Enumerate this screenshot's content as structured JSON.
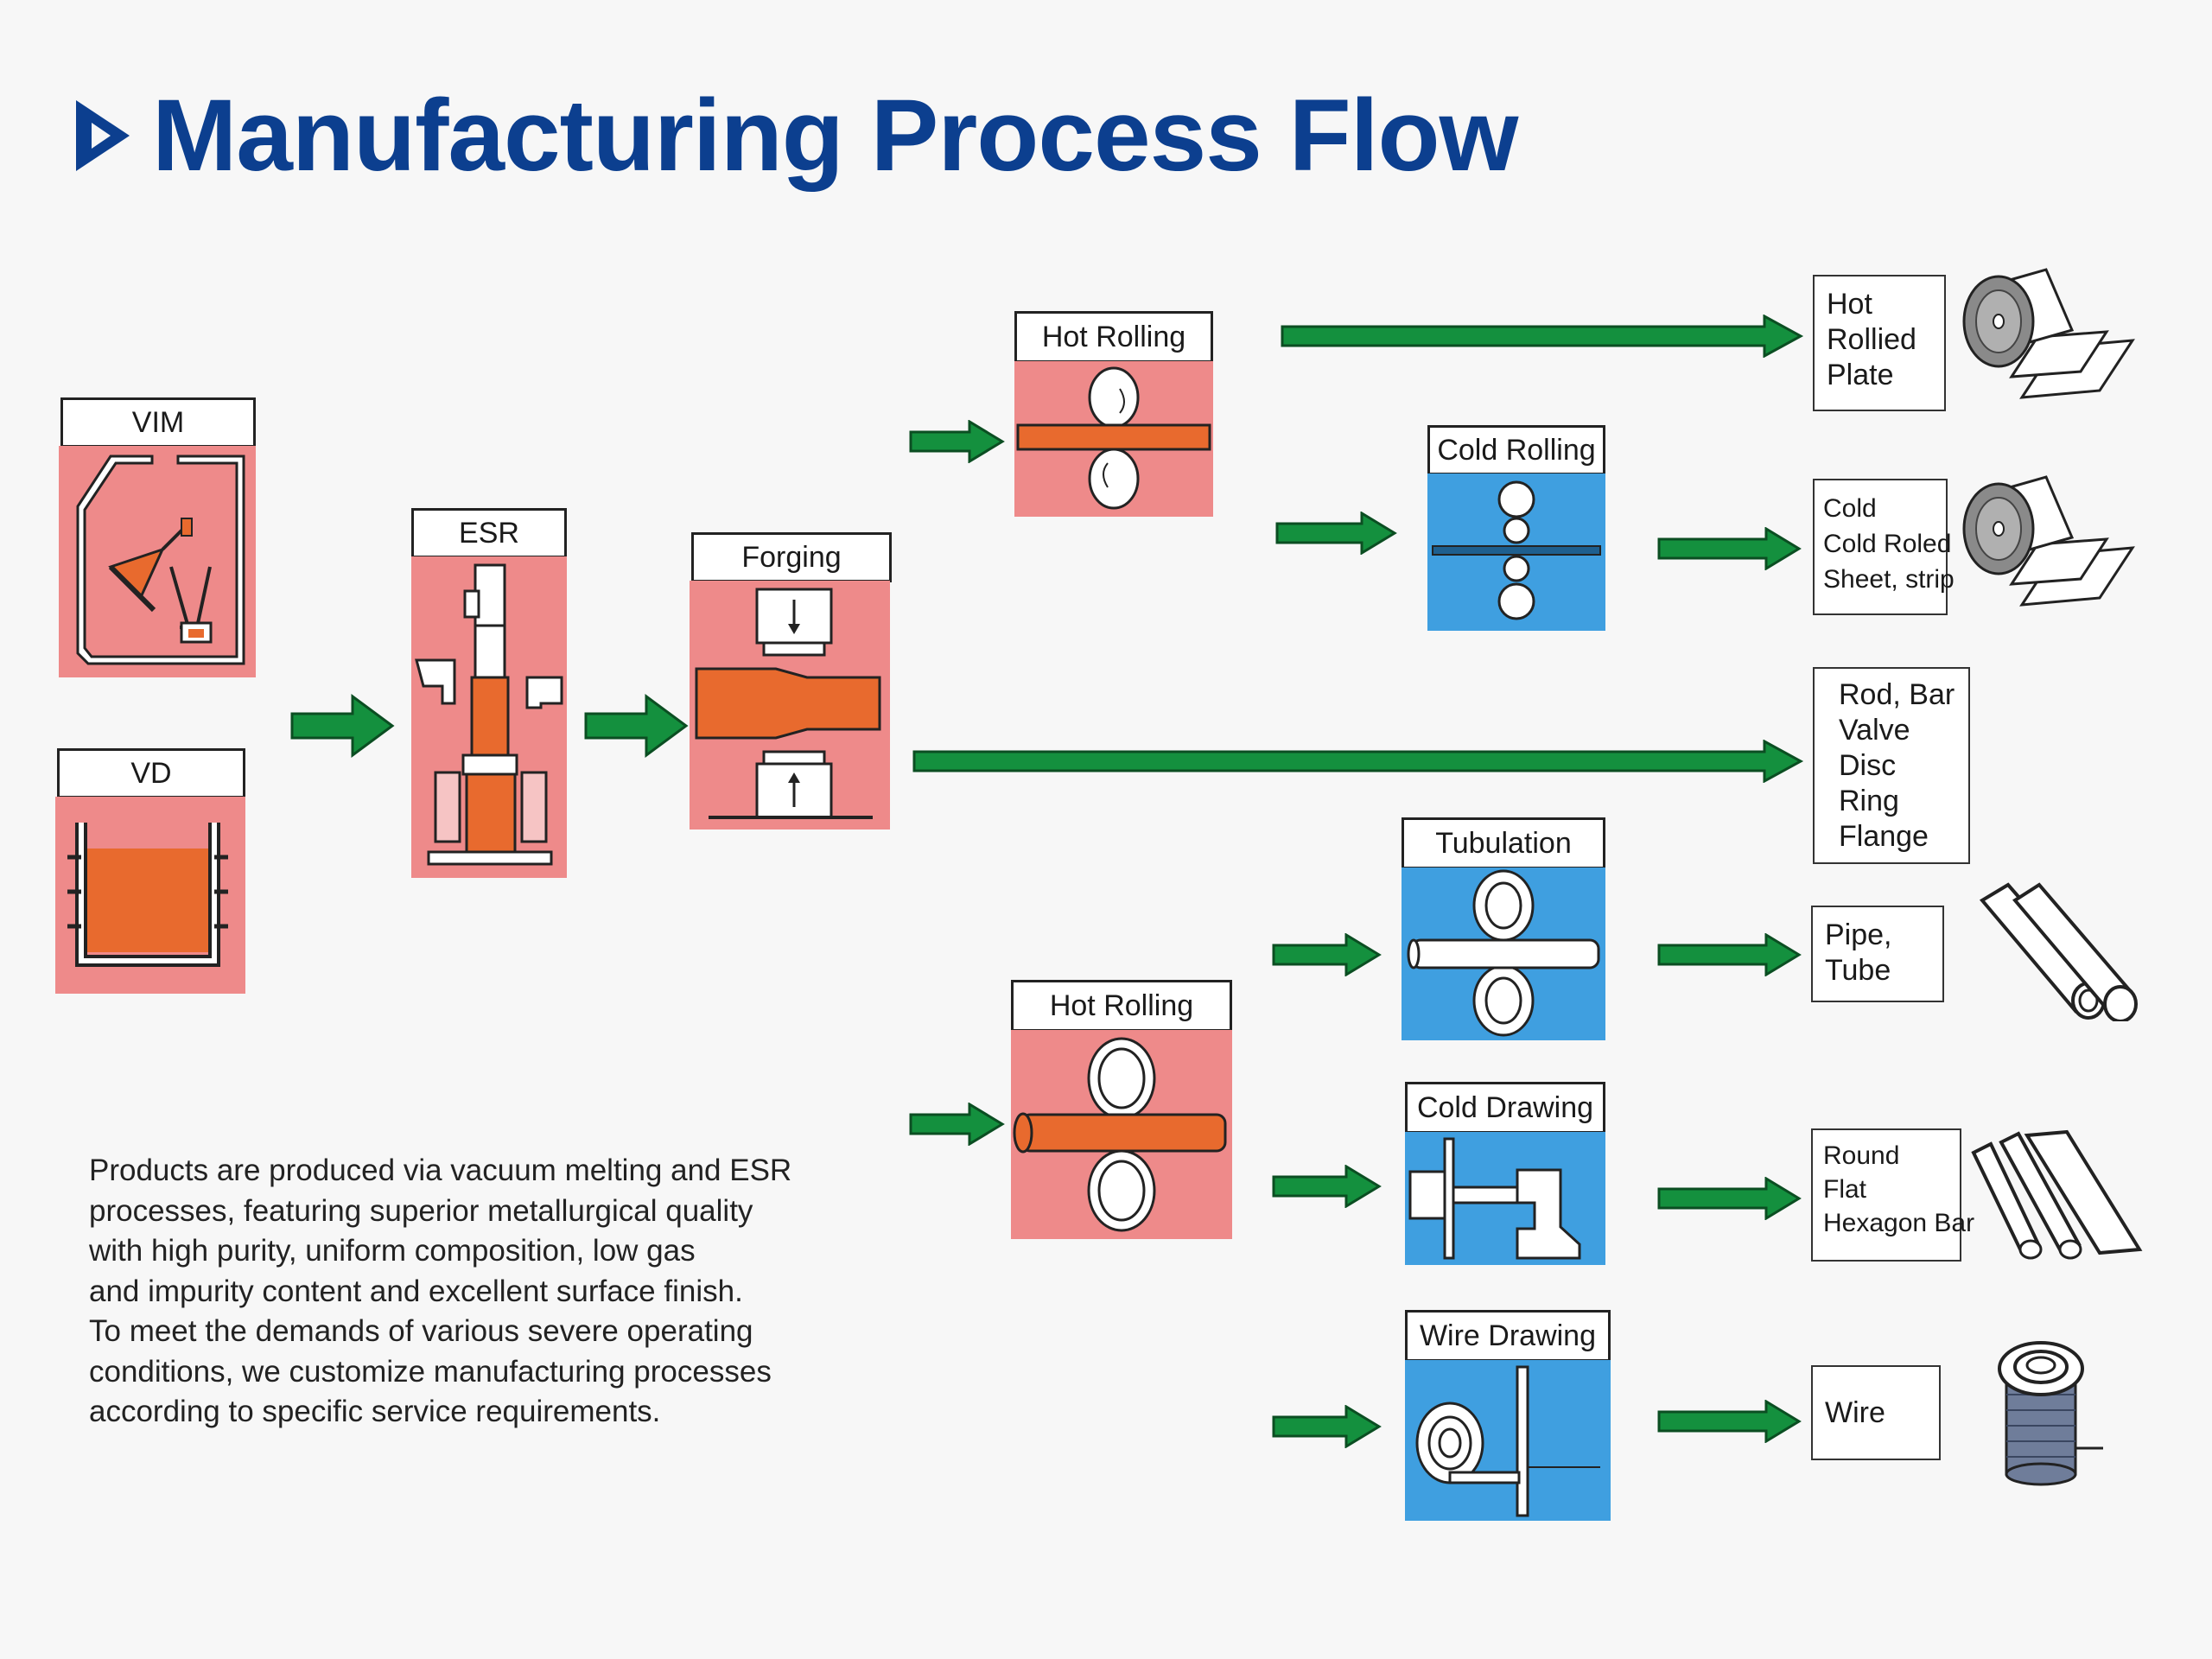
{
  "title": "Manufacturing Process Flow",
  "colors": {
    "title": "#0c3f8f",
    "arrow": "#14903e",
    "panel_red": "#ee8a8a",
    "panel_blue": "#3f9fe0",
    "material": "#e86a2e"
  },
  "processes": {
    "vim": "VIM",
    "vd": "VD",
    "esr": "ESR",
    "forging": "Forging",
    "hot_rolling_top": "Hot Rolling",
    "cold_rolling": "Cold Rolling",
    "tubulation": "Tubulation",
    "hot_rolling_bottom": "Hot Rolling",
    "cold_drawing": "Cold Drawing",
    "wire_drawing": "Wire Drawing"
  },
  "products": {
    "plate": [
      "Hot",
      "Rollied",
      "Plate"
    ],
    "sheet": [
      "Cold",
      "Cold Roled",
      "Sheet, strip"
    ],
    "rod": [
      "Rod,  Bar",
      "Valve",
      "Disc",
      "Ring",
      "Flange"
    ],
    "pipe": [
      "Pipe,",
      "Tube"
    ],
    "bar": [
      "Round",
      "Flat",
      "Hexagon Bar"
    ],
    "wire": [
      "Wire"
    ]
  },
  "description": [
    "Products are produced via vacuum melting and ESR",
    "processes, featuring superior metallurgical quality",
    "with high purity, uniform composition, low gas",
    "and impurity content and excellent surface finish.",
    "To meet the demands of various severe operating",
    "conditions, we customize manufacturing processes",
    "according to specific service requirements."
  ],
  "icons": [
    "arrow-right-icon",
    "coil-icon",
    "pipe-icon",
    "bar-icon",
    "wire-spool-icon"
  ]
}
